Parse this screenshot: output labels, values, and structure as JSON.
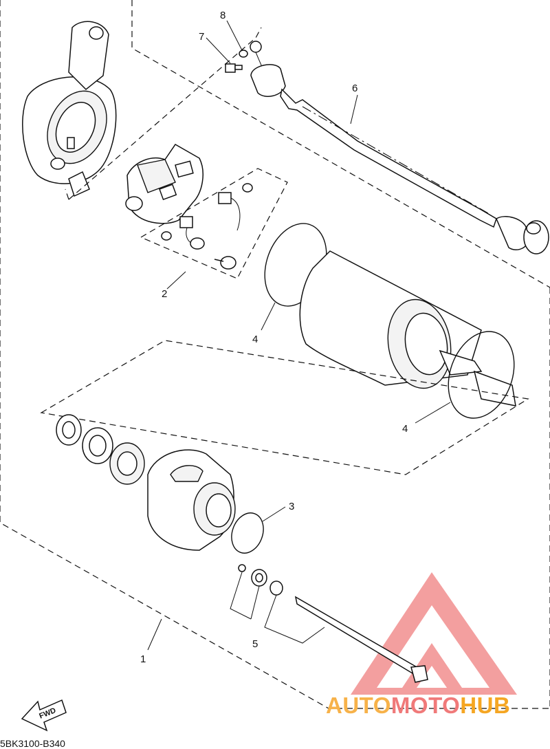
{
  "callouts": {
    "c1": "1",
    "c2": "2",
    "c3": "3",
    "c4a": "4",
    "c4b": "4",
    "c5": "5",
    "c6": "6",
    "c7": "7",
    "c8": "8"
  },
  "fwd_label": "FWD",
  "diagram_code": "5BK3100-B340",
  "watermark": {
    "part1": "AUTO",
    "part2": "MOTO",
    "part3": "HUB",
    "colors": {
      "auto": "#f7b24a",
      "moto": "#f07a7a",
      "hub": "#f5a623",
      "triangle": "#f08080"
    }
  }
}
